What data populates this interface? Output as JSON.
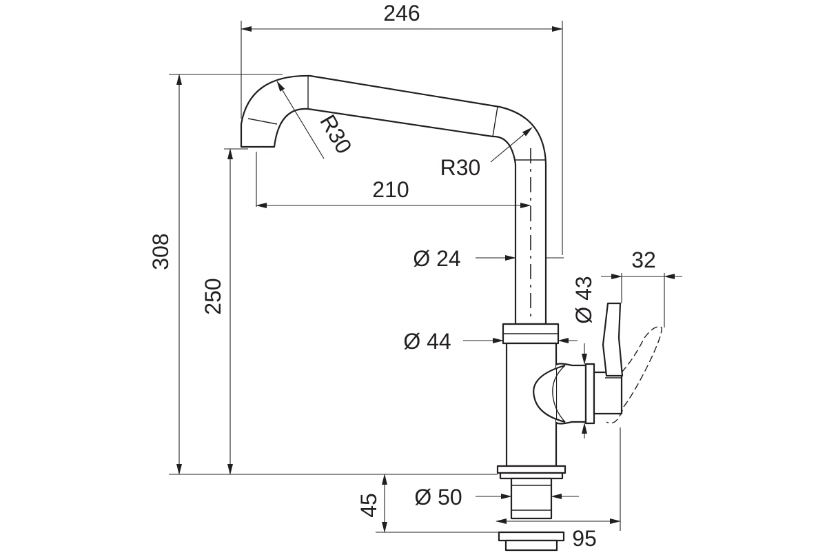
{
  "drawing": {
    "colors": {
      "line": "#231f20",
      "background": "#ffffff"
    },
    "dimensions": {
      "total_width": "246",
      "spout_reach": "210",
      "total_height": "308",
      "spout_height": "250",
      "radius_top": "R30",
      "radius_elbow": "R30",
      "tube_diameter": "Ø 24",
      "body_diameter": "Ø 44",
      "side_diameter": "Ø 43",
      "base_diameter": "Ø 50",
      "lever_width": "32",
      "shank_height": "45",
      "depth": "95"
    }
  }
}
